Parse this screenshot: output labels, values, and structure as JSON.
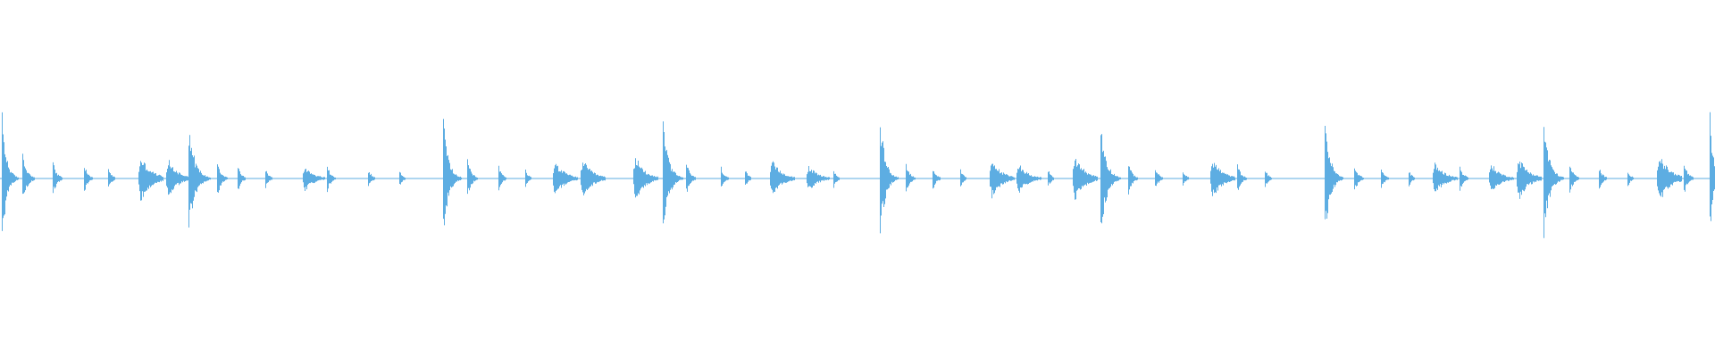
{
  "waveform": {
    "color": "#5dade2",
    "background": "#ffffff",
    "duration_bars": 8,
    "beats_per_bar": 4,
    "events": [
      {
        "t": 0.0,
        "amp": 1.0,
        "decay": 0.4,
        "kind": "kick"
      },
      {
        "t": 0.012,
        "amp": 0.38,
        "decay": 0.7,
        "kind": "hat"
      },
      {
        "t": 0.03,
        "amp": 0.26,
        "decay": 0.6,
        "kind": "hat"
      },
      {
        "t": 0.048,
        "amp": 0.22,
        "decay": 0.55,
        "kind": "hat"
      },
      {
        "t": 0.062,
        "amp": 0.18,
        "decay": 0.5,
        "kind": "hat"
      },
      {
        "t": 0.08,
        "amp": 0.42,
        "decay": 0.75,
        "kind": "snare"
      },
      {
        "t": 0.096,
        "amp": 0.36,
        "decay": 0.7,
        "kind": "snare"
      },
      {
        "t": 0.109,
        "amp": 0.86,
        "decay": 0.55,
        "kind": "kick"
      },
      {
        "t": 0.126,
        "amp": 0.28,
        "decay": 0.6,
        "kind": "hat"
      },
      {
        "t": 0.138,
        "amp": 0.2,
        "decay": 0.55,
        "kind": "hat"
      },
      {
        "t": 0.154,
        "amp": 0.16,
        "decay": 0.5,
        "kind": "hat"
      },
      {
        "t": 0.176,
        "amp": 0.24,
        "decay": 0.65,
        "kind": "snare"
      },
      {
        "t": 0.19,
        "amp": 0.2,
        "decay": 0.6,
        "kind": "hat"
      },
      {
        "t": 0.214,
        "amp": 0.15,
        "decay": 0.55,
        "kind": "hat"
      },
      {
        "t": 0.232,
        "amp": 0.12,
        "decay": 0.5,
        "kind": "hat"
      },
      {
        "t": 0.258,
        "amp": 0.95,
        "decay": 0.45,
        "kind": "kick"
      },
      {
        "t": 0.272,
        "amp": 0.3,
        "decay": 0.6,
        "kind": "hat"
      },
      {
        "t": 0.29,
        "amp": 0.2,
        "decay": 0.55,
        "kind": "hat"
      },
      {
        "t": 0.306,
        "amp": 0.14,
        "decay": 0.5,
        "kind": "hat"
      },
      {
        "t": 0.322,
        "amp": 0.33,
        "decay": 0.7,
        "kind": "snare"
      },
      {
        "t": 0.338,
        "amp": 0.36,
        "decay": 0.7,
        "kind": "snare"
      },
      {
        "t": 0.369,
        "amp": 0.44,
        "decay": 0.65,
        "kind": "snare"
      },
      {
        "t": 0.386,
        "amp": 0.88,
        "decay": 0.5,
        "kind": "kick"
      },
      {
        "t": 0.4,
        "amp": 0.26,
        "decay": 0.6,
        "kind": "hat"
      },
      {
        "t": 0.42,
        "amp": 0.18,
        "decay": 0.55,
        "kind": "hat"
      },
      {
        "t": 0.434,
        "amp": 0.14,
        "decay": 0.5,
        "kind": "hat"
      },
      {
        "t": 0.449,
        "amp": 0.34,
        "decay": 0.7,
        "kind": "snare"
      },
      {
        "t": 0.47,
        "amp": 0.25,
        "decay": 0.65,
        "kind": "snare"
      },
      {
        "t": 0.486,
        "amp": 0.14,
        "decay": 0.5,
        "kind": "hat"
      },
      {
        "t": 0.513,
        "amp": 0.97,
        "decay": 0.45,
        "kind": "kick"
      },
      {
        "t": 0.528,
        "amp": 0.24,
        "decay": 0.6,
        "kind": "hat"
      },
      {
        "t": 0.544,
        "amp": 0.18,
        "decay": 0.55,
        "kind": "hat"
      },
      {
        "t": 0.56,
        "amp": 0.14,
        "decay": 0.5,
        "kind": "hat"
      },
      {
        "t": 0.577,
        "amp": 0.36,
        "decay": 0.7,
        "kind": "snare"
      },
      {
        "t": 0.593,
        "amp": 0.3,
        "decay": 0.65,
        "kind": "snare"
      },
      {
        "t": 0.611,
        "amp": 0.14,
        "decay": 0.5,
        "kind": "hat"
      },
      {
        "t": 0.626,
        "amp": 0.44,
        "decay": 0.7,
        "kind": "snare"
      },
      {
        "t": 0.642,
        "amp": 0.9,
        "decay": 0.5,
        "kind": "kick"
      },
      {
        "t": 0.658,
        "amp": 0.24,
        "decay": 0.6,
        "kind": "hat"
      },
      {
        "t": 0.674,
        "amp": 0.18,
        "decay": 0.55,
        "kind": "hat"
      },
      {
        "t": 0.69,
        "amp": 0.13,
        "decay": 0.5,
        "kind": "hat"
      },
      {
        "t": 0.706,
        "amp": 0.38,
        "decay": 0.7,
        "kind": "snare"
      },
      {
        "t": 0.722,
        "amp": 0.22,
        "decay": 0.6,
        "kind": "hat"
      },
      {
        "t": 0.738,
        "amp": 0.15,
        "decay": 0.5,
        "kind": "hat"
      },
      {
        "t": 0.773,
        "amp": 1.0,
        "decay": 0.45,
        "kind": "kick"
      },
      {
        "t": 0.79,
        "amp": 0.22,
        "decay": 0.6,
        "kind": "hat"
      },
      {
        "t": 0.806,
        "amp": 0.16,
        "decay": 0.55,
        "kind": "hat"
      },
      {
        "t": 0.822,
        "amp": 0.13,
        "decay": 0.5,
        "kind": "hat"
      },
      {
        "t": 0.836,
        "amp": 0.3,
        "decay": 0.7,
        "kind": "snare"
      },
      {
        "t": 0.852,
        "amp": 0.2,
        "decay": 0.6,
        "kind": "hat"
      },
      {
        "t": 0.869,
        "amp": 0.3,
        "decay": 0.65,
        "kind": "snare"
      },
      {
        "t": 0.885,
        "amp": 0.4,
        "decay": 0.7,
        "kind": "snare"
      },
      {
        "t": 0.901,
        "amp": 0.92,
        "decay": 0.5,
        "kind": "kick"
      },
      {
        "t": 0.916,
        "amp": 0.24,
        "decay": 0.6,
        "kind": "hat"
      },
      {
        "t": 0.933,
        "amp": 0.18,
        "decay": 0.55,
        "kind": "hat"
      },
      {
        "t": 0.95,
        "amp": 0.13,
        "decay": 0.5,
        "kind": "hat"
      },
      {
        "t": 0.967,
        "amp": 0.46,
        "decay": 0.75,
        "kind": "snare"
      },
      {
        "t": 0.983,
        "amp": 0.25,
        "decay": 0.6,
        "kind": "hat"
      },
      {
        "t": 0.998,
        "amp": 0.98,
        "decay": 0.3,
        "kind": "kick"
      }
    ]
  }
}
